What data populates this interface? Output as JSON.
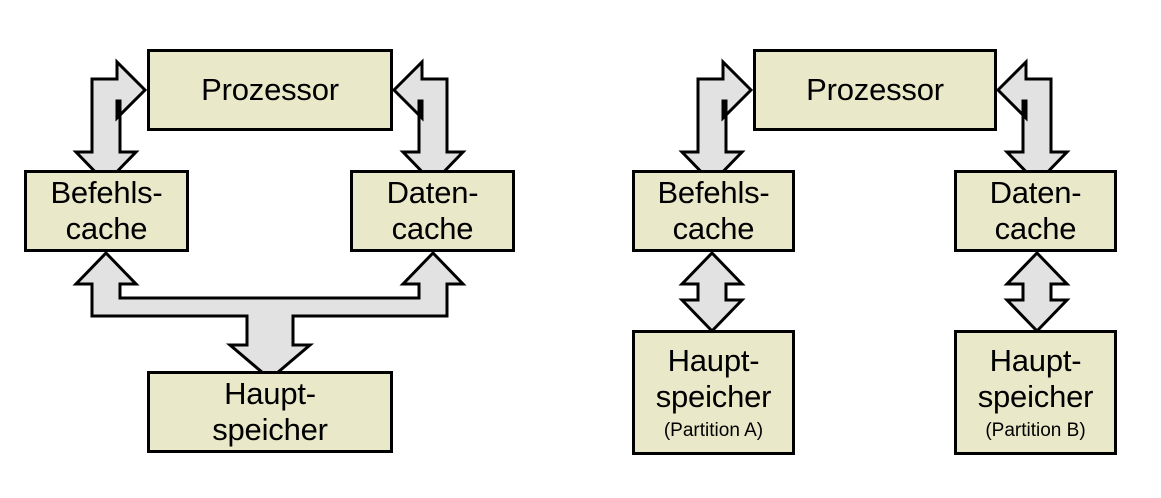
{
  "figure": {
    "type": "block-diagram",
    "title": "",
    "background_color": "#ffffff",
    "box_fill_color": "#e9e9c9",
    "box_border_color": "#000000",
    "arrow_fill_color": "#e2e2e2",
    "arrow_border_color": "#000000"
  },
  "diagrams": [
    {
      "id": "harvard-shared-memory",
      "name": "left-diagram",
      "nodes": [
        {
          "id": "processor",
          "label": "Prozessor",
          "sublabel": ""
        },
        {
          "id": "instruction-cache",
          "label": "Befehls-\ncache",
          "sublabel": ""
        },
        {
          "id": "data-cache",
          "label": "Daten-\ncache",
          "sublabel": ""
        },
        {
          "id": "main-memory",
          "label": "Haupt-\nspeicher",
          "sublabel": ""
        }
      ],
      "connections": [
        {
          "from": "processor",
          "to": "instruction-cache",
          "style": "bidirectional-elbow"
        },
        {
          "from": "processor",
          "to": "data-cache",
          "style": "bidirectional-elbow"
        },
        {
          "from": "instruction-cache",
          "to": "main-memory",
          "style": "merged-bidirectional"
        },
        {
          "from": "data-cache",
          "to": "main-memory",
          "style": "merged-bidirectional"
        }
      ]
    },
    {
      "id": "harvard-partitioned-memory",
      "name": "right-diagram",
      "nodes": [
        {
          "id": "processor",
          "label": "Prozessor",
          "sublabel": ""
        },
        {
          "id": "instruction-cache",
          "label": "Befehls-\ncache",
          "sublabel": ""
        },
        {
          "id": "data-cache",
          "label": "Daten-\ncache",
          "sublabel": ""
        },
        {
          "id": "main-memory-a",
          "label": "Haupt-\nspeicher",
          "sublabel": "(Partition A)"
        },
        {
          "id": "main-memory-b",
          "label": "Haupt-\nspeicher",
          "sublabel": "(Partition B)"
        }
      ],
      "connections": [
        {
          "from": "processor",
          "to": "instruction-cache",
          "style": "bidirectional-elbow"
        },
        {
          "from": "processor",
          "to": "data-cache",
          "style": "bidirectional-elbow"
        },
        {
          "from": "instruction-cache",
          "to": "main-memory-a",
          "style": "bidirectional-vertical"
        },
        {
          "from": "data-cache",
          "to": "main-memory-b",
          "style": "bidirectional-vertical"
        }
      ]
    }
  ]
}
